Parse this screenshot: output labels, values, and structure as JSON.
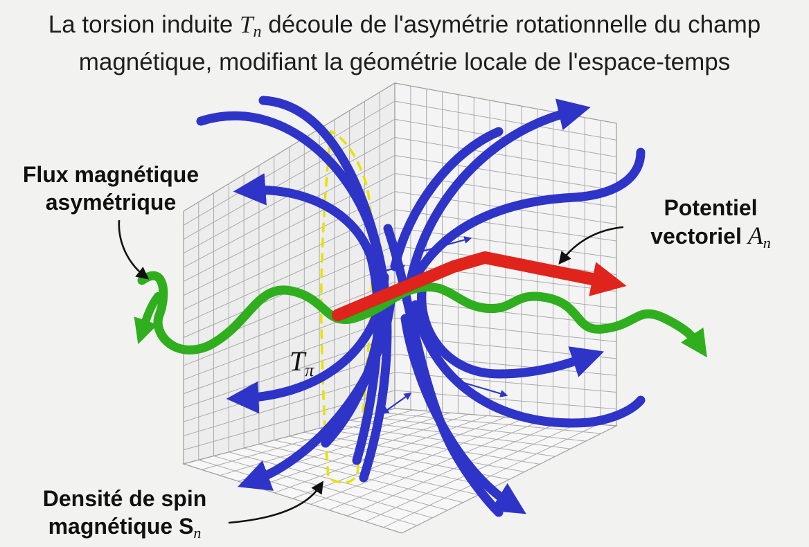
{
  "title": {
    "line1_pre": "La torsion induite ",
    "line1_sym": "T",
    "line1_sub": "n",
    "line1_post": " découle de l'asymétrie rotationnelle du champ",
    "line2": "magnétique, modifiant la géométrie locale de l'espace-temps"
  },
  "labels": {
    "flux_line1": "Flux magnétique",
    "flux_line2": "asymétrique",
    "potential_line1": "Potentiel",
    "potential_line2_text": "vectoriel ",
    "potential_sym": "A",
    "potential_sub": "n",
    "spin_line1": "Densité de spin",
    "spin_line2_text": "magnétique S",
    "spin_sub": "n",
    "torsion_sym": "T",
    "torsion_sub": "π"
  },
  "colors": {
    "field_lines": "#2e34c8",
    "green_wave": "#2fae1e",
    "red_vector": "#e0231b",
    "yellow_loop": "#e8e200",
    "grid": "#a9a9a9",
    "background": "#f2f2f1"
  },
  "icons": [
    "field-line-arrow",
    "wave-arrow",
    "vector-arrow",
    "curved-pointer-arrow"
  ]
}
